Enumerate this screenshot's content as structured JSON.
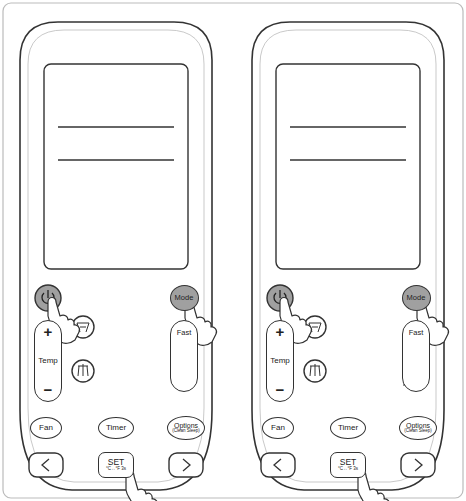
{
  "diagram": {
    "nodes": [
      {
        "text": [
          "Mode"
        ]
      },
      {
        "text": [
          "+",
          "Temp",
          "−"
        ]
      },
      {
        "text": [
          "Fast"
        ]
      },
      {
        "text": [
          "Fan"
        ]
      },
      {
        "text": [
          "Timer"
        ]
      },
      {
        "text": [
          "Options",
          "(Clean Sleep)"
        ]
      },
      {
        "text": [
          "SET",
          "°C↔°F 3s"
        ]
      },
      {
        "text": [
          "Mode"
        ]
      },
      {
        "text": [
          "+",
          "Temp",
          "−"
        ]
      },
      {
        "text": [
          "Fast"
        ]
      },
      {
        "text": [
          "Fan"
        ]
      },
      {
        "text": [
          "Timer"
        ]
      },
      {
        "text": [
          "Options",
          "(Clean Sleep)"
        ]
      },
      {
        "text": [
          "SET",
          "°C↔°F 3s"
        ]
      }
    ]
  }
}
